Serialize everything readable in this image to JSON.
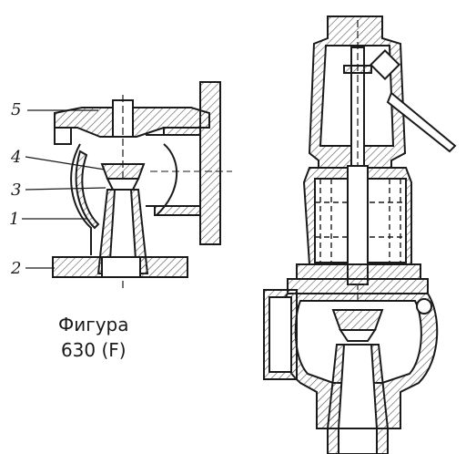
{
  "diagram": {
    "labels": [
      {
        "id": "5",
        "text": "5"
      },
      {
        "id": "4",
        "text": "4"
      },
      {
        "id": "3",
        "text": "3"
      },
      {
        "id": "1",
        "text": "1"
      },
      {
        "id": "2",
        "text": "2"
      }
    ],
    "caption": {
      "line1": "Фигура",
      "line2": "630 (F)"
    }
  },
  "colors": {
    "ink": "#1a1a1a",
    "hatch": "#555555",
    "background": "#ffffff"
  }
}
